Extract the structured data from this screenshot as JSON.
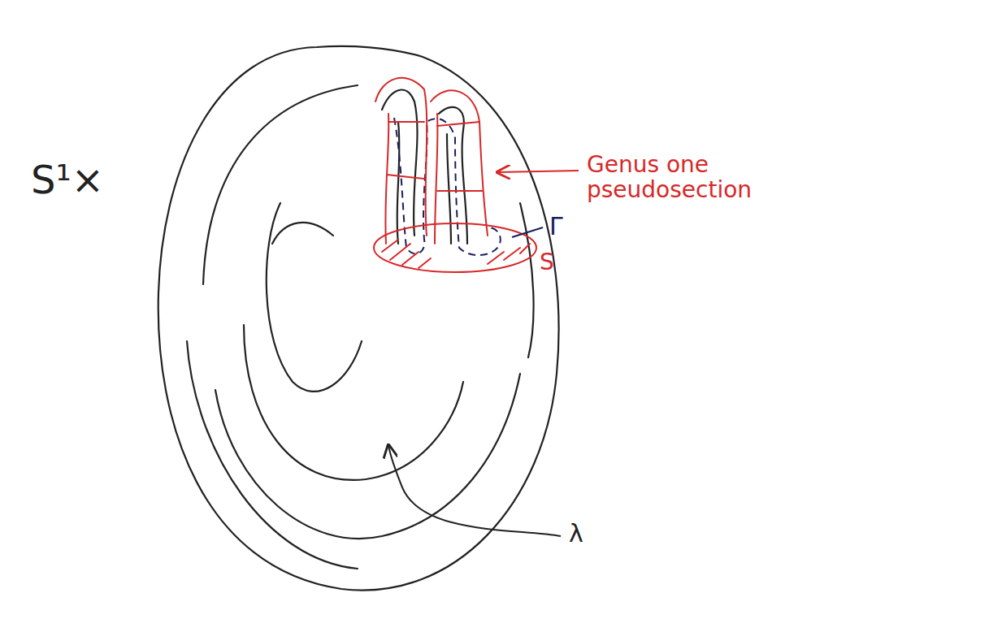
{
  "diagram": {
    "labels": [
      "S¹×",
      "Genus one pseudosection",
      "Γ",
      "S",
      "λ"
    ]
  }
}
